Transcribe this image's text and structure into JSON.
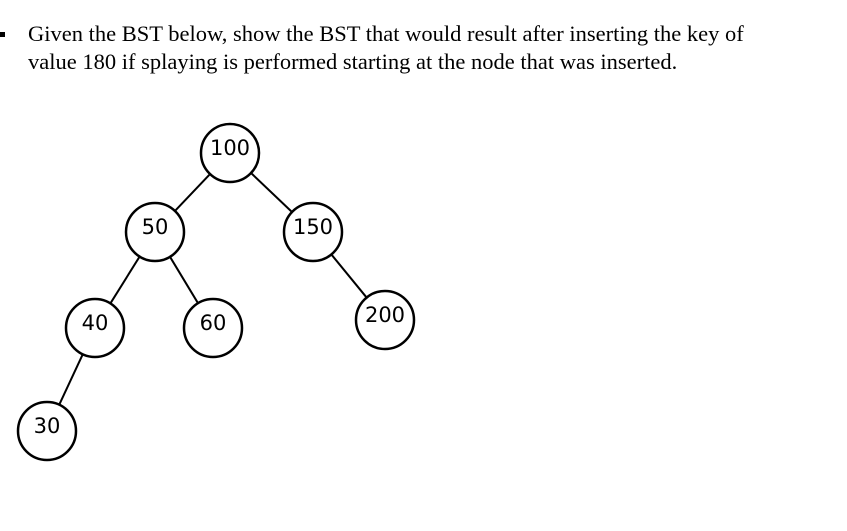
{
  "question": {
    "line1": "Given the BST below, show the BST that would result after inserting the key of",
    "line2": "value 180 if splaying is performed starting at the node that was inserted."
  },
  "tree": {
    "nodes": [
      {
        "id": "n100",
        "label": "100"
      },
      {
        "id": "n50",
        "label": "50"
      },
      {
        "id": "n150",
        "label": "150"
      },
      {
        "id": "n40",
        "label": "40"
      },
      {
        "id": "n60",
        "label": "60"
      },
      {
        "id": "n200",
        "label": "200"
      },
      {
        "id": "n30",
        "label": "30"
      }
    ],
    "edges": [
      {
        "from": "n100",
        "to": "n50"
      },
      {
        "from": "n100",
        "to": "n150"
      },
      {
        "from": "n50",
        "to": "n40"
      },
      {
        "from": "n50",
        "to": "n60"
      },
      {
        "from": "n150",
        "to": "n200"
      },
      {
        "from": "n40",
        "to": "n30"
      }
    ]
  }
}
